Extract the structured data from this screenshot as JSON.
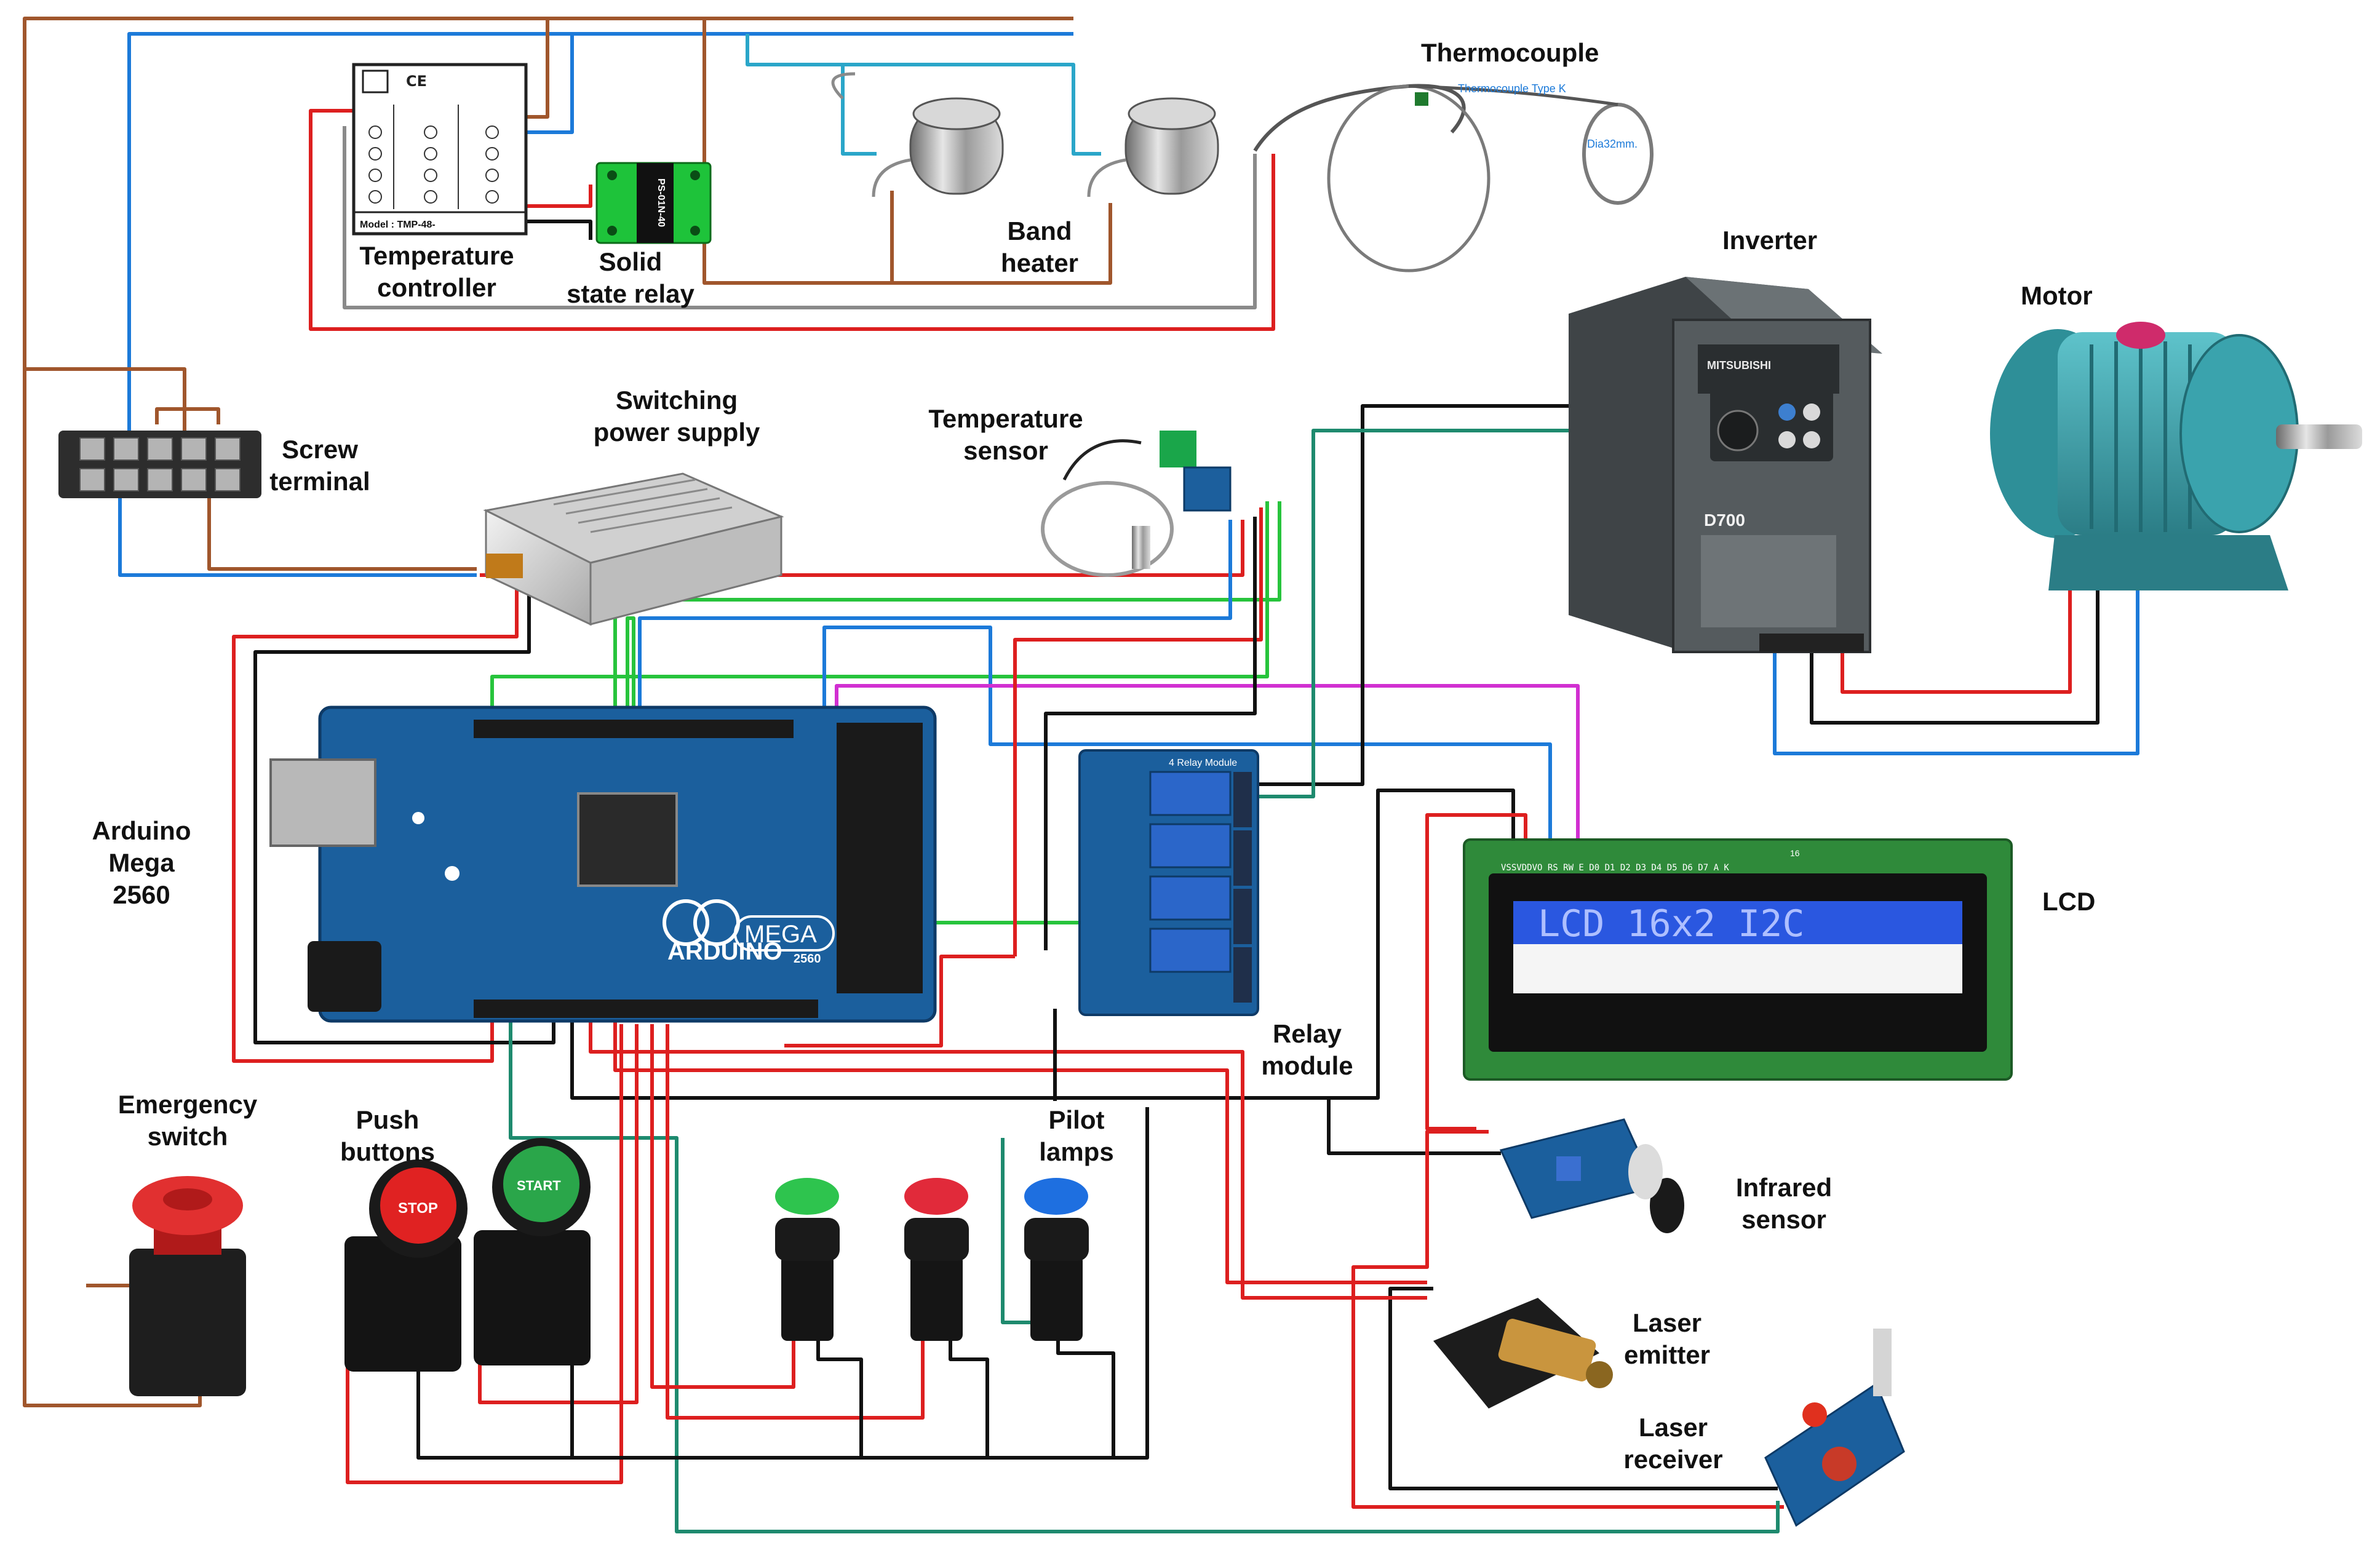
{
  "labels": {
    "thermocouple": "Thermocouple",
    "temperature_controller": [
      "Temperature",
      "controller"
    ],
    "solid_state_relay": [
      "Solid",
      "state relay"
    ],
    "band_heater": [
      "Band",
      "heater"
    ],
    "inverter": "Inverter",
    "motor": "Motor",
    "screw_terminal": [
      "Screw",
      "terminal"
    ],
    "switching_power_supply": [
      "Switching",
      "power supply"
    ],
    "temperature_sensor": [
      "Temperature",
      "sensor"
    ],
    "arduino": [
      "Arduino",
      "Mega",
      "2560"
    ],
    "lcd": "LCD",
    "relay_module": [
      "Relay",
      "module"
    ],
    "emergency_switch": [
      "Emergency",
      "switch"
    ],
    "push_buttons": [
      "Push",
      "buttons"
    ],
    "pilot_lamps": [
      "Pilot",
      "lamps"
    ],
    "infrared_sensor": [
      "Infrared",
      "sensor"
    ],
    "laser_emitter": [
      "Laser",
      "emitter"
    ],
    "laser_receiver": [
      "Laser",
      "receiver"
    ]
  },
  "device_text": {
    "tc_type": "Thermocouple Type K",
    "tc_dia": "Dia32mm.",
    "controller_model": "Model : TMP-48-",
    "ssr_model": "PS-01N-40",
    "inverter_brand": "MITSUBISHI",
    "inverter_model": "D700",
    "arduino_name": "ARDUINO",
    "arduino_board": "MEGA",
    "arduino_num": "2560",
    "lcd_screen": "LCD 16x2 I2C",
    "lcd_pins": "VSSVDDVO RS RW E  D0 D1 D2 D3 D4 D5 D6 D7  A  K",
    "lcd_pin16": "16",
    "relay_title": "4 Relay Module",
    "stop": "STOP",
    "start": "START"
  },
  "colors": {
    "ac_brown": "#a0562c",
    "ac_blue": "#1c7ad9",
    "dc_red": "#dd1f1f",
    "dc_black": "#111111",
    "signal_green": "#27c43c",
    "signal_magenta": "#d12fd1",
    "thermo_gray": "#8a8a8a",
    "sensor_cyan": "#2aa6c9",
    "teal": "#1e8a6e",
    "arduino_blue": "#1b5f9d",
    "inverter_gray": "#4f5558",
    "motor_teal": "#3aa3ad",
    "lcd_green": "#2f8a3a",
    "lcd_blue": "#2a57e0"
  }
}
